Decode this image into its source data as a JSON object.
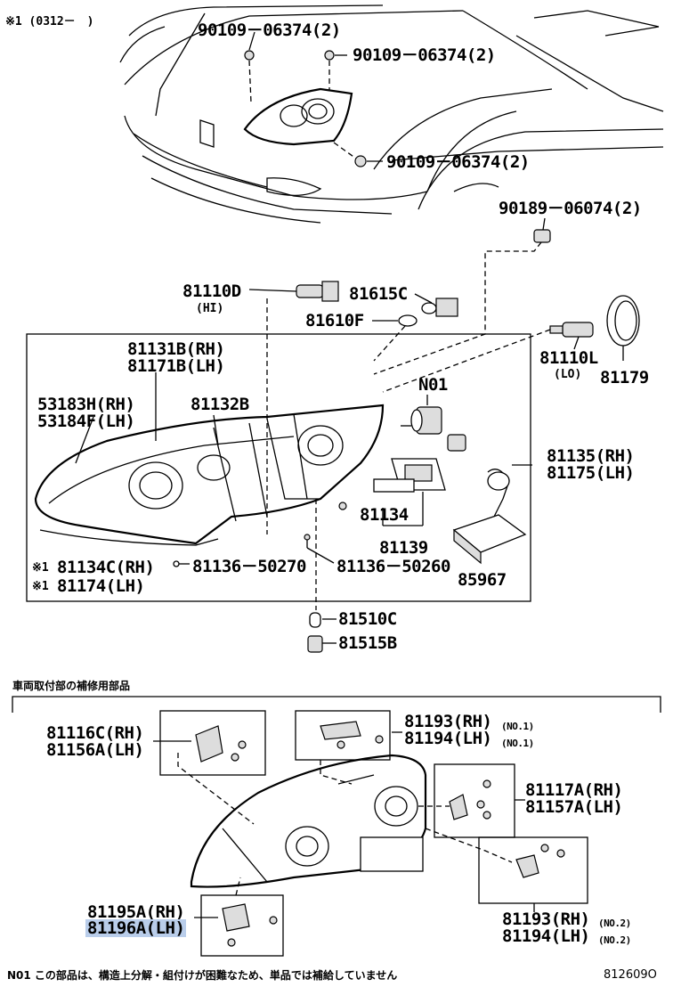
{
  "header_note": "※1 (0312－　)",
  "section_title": "車両取付部の補修用部品",
  "footnote": "N01 この部品は、構造上分解・組付けが困難なため、単品では補給していません",
  "diagram_id": "812609O",
  "parts": {
    "p_90109_a": "90109－06374(2)",
    "p_90109_b": "90109－06374(2)",
    "p_90109_c": "90109－06374(2)",
    "p_90189": "90189－06074(2)",
    "p_81110d": "81110D",
    "p_hi": "(HI)",
    "p_81615c": "81615C",
    "p_81610f": "81610F",
    "p_81131b": "81131B(RH)",
    "p_81171b": "81171B(LH)",
    "p_53183h": "53183H(RH)",
    "p_53184f": "53184F(LH)",
    "p_81132b": "81132B",
    "p_n01": "N01",
    "p_81110l": "81110L",
    "p_lo": "(LO)",
    "p_81179": "81179",
    "p_81135": "81135(RH)",
    "p_81175": "81175(LH)",
    "p_81134": "81134",
    "p_81139": "81139",
    "p_85967": "85967",
    "p_81134c_mark": "※1",
    "p_81134c": "81134C(RH)",
    "p_81174_mark": "※1",
    "p_81174": "81174(LH)",
    "p_81136_50270": "81136－50270",
    "p_81136_50260": "81136－50260",
    "p_81510c": "81510C",
    "p_81515b": "81515B",
    "p_81116c": "81116C(RH)",
    "p_81156a": "81156A(LH)",
    "p_81193_no1": "81193(RH)",
    "p_no1a": "(NO.1)",
    "p_81194_no1": "81194(LH)",
    "p_no1b": "(NO.1)",
    "p_81117a": "81117A(RH)",
    "p_81157a": "81157A(LH)",
    "p_81195a": "81195A(RH)",
    "p_81196a": "81196A(LH)",
    "p_81193_no2": "81193(RH)",
    "p_no2a": "(NO.2)",
    "p_81194_no2": "81194(LH)",
    "p_no2b": "(NO.2)"
  }
}
